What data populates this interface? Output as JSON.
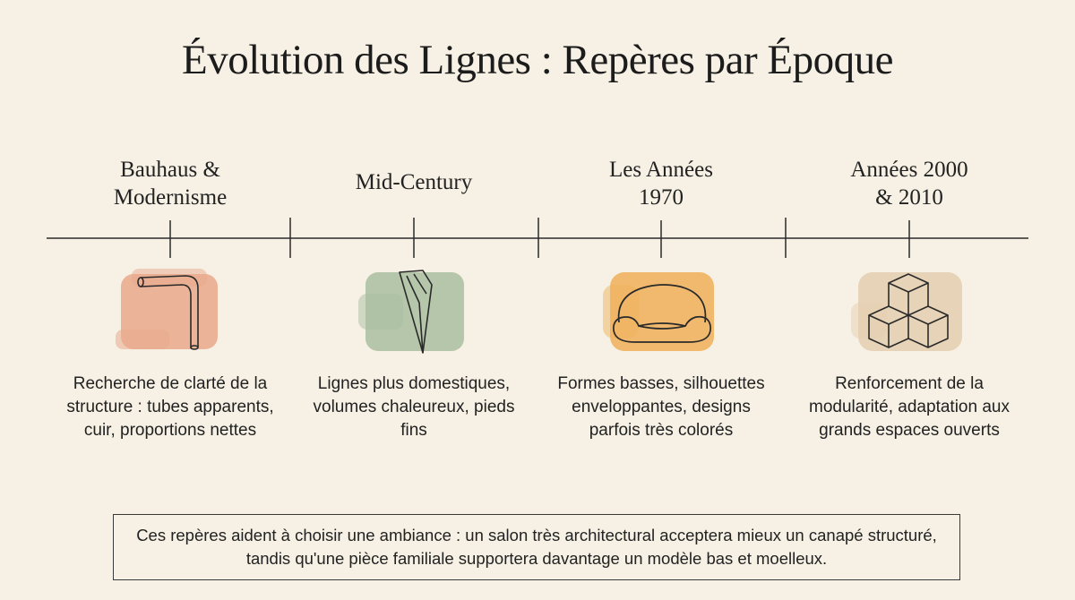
{
  "title": "Évolution des Lignes : Repères par Époque",
  "eras": [
    {
      "label": "Bauhaus &\nModernisme",
      "icon": "tubular-chair-icon",
      "color": "#e9a98c",
      "description": "Recherche de clarté de la structure : tubes apparents, cuir, proportions nettes"
    },
    {
      "label": "Mid-Century",
      "icon": "tapered-leg-icon",
      "color": "#a9bea1",
      "description": "Lignes plus domestiques, volumes chaleureux, pieds fins"
    },
    {
      "label": "Les Années\n1970",
      "icon": "low-sofa-icon",
      "color": "#f0b35f",
      "description": "Formes basses, silhouettes enveloppantes, designs parfois très colorés"
    },
    {
      "label": "Années 2000\n& 2010",
      "icon": "modular-cubes-icon",
      "color": "#e6cfb1",
      "description": "Renforcement de la modularité, adaptation aux grands espaces ouverts"
    }
  ],
  "note": "Ces repères aident à choisir une ambiance : un salon très architectural acceptera mieux un canapé structuré, tandis qu'une pièce familiale supportera davantage un modèle bas et moelleux."
}
